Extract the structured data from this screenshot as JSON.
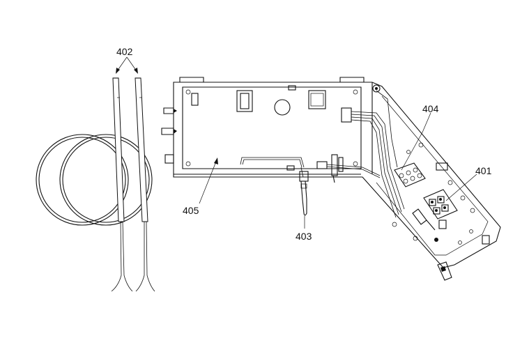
{
  "figure": {
    "callouts": [
      {
        "id": "402",
        "text": "402"
      },
      {
        "id": "404",
        "text": "404"
      },
      {
        "id": "401",
        "text": "401"
      },
      {
        "id": "405",
        "text": "405"
      },
      {
        "id": "403",
        "text": "403"
      }
    ]
  }
}
